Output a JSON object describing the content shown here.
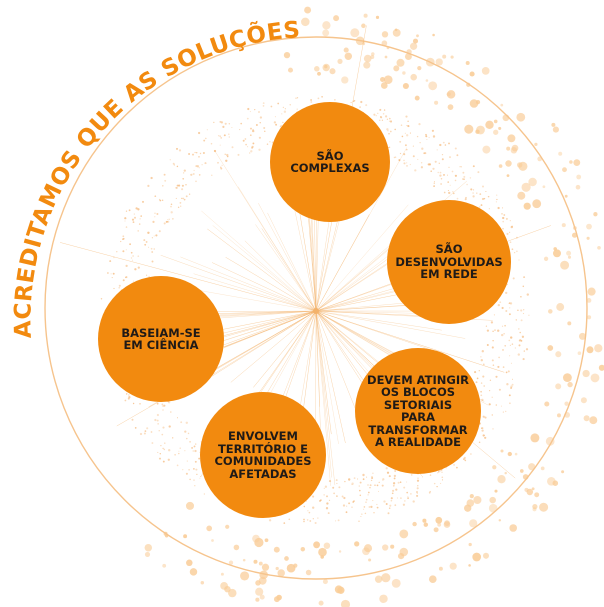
{
  "heading": "ACREDITAMOS QUE AS SOLUÇÕES",
  "colors": {
    "accent": "#f28a0f",
    "text": "#1f1a17",
    "ring": "#f6c48d",
    "network": "#f3b26b",
    "dots": "#f9cc97",
    "background": "#ffffff"
  },
  "items": [
    {
      "label": "SÃO COMPLEXAS"
    },
    {
      "label": "SÃO\nDESENVOLVIDAS\nEM REDE"
    },
    {
      "label": "DEVEM ATINGIR\nOS BLOCOS\nSETORIAIS PARA\nTRANSFORMAR\nA REALIDADE"
    },
    {
      "label": "ENVOLVEM\nTERRITÓRIO E\nCOMUNIDADES\nAFETADAS"
    },
    {
      "label": "BASEIAM-SE\nEM CIÊNCIA"
    }
  ]
}
